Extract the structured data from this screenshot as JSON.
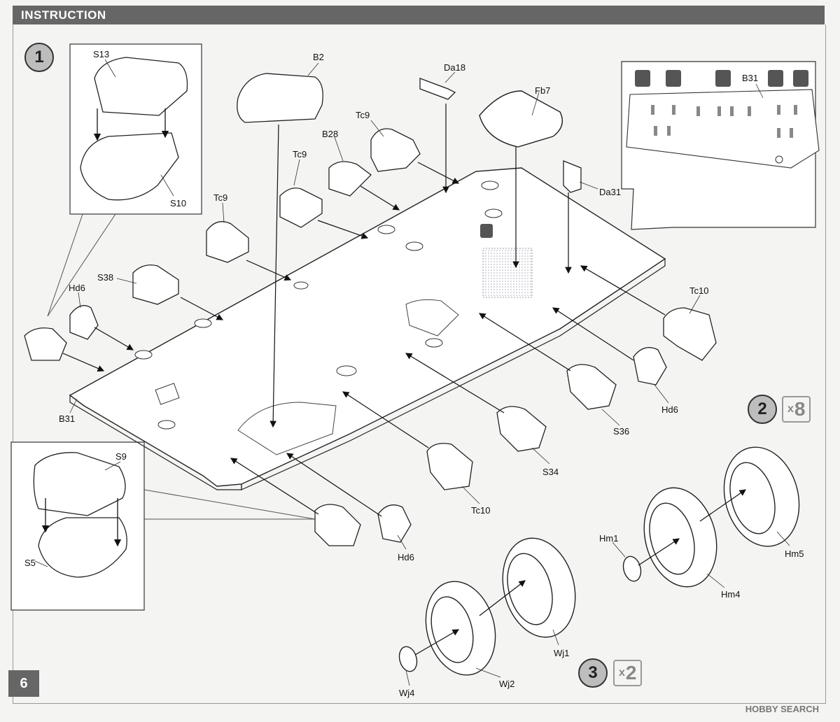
{
  "header": {
    "title": "INSTRUCTION"
  },
  "page_number": "6",
  "steps": [
    {
      "number": "1"
    },
    {
      "number": "2",
      "multiplier_prefix": "x",
      "multiplier": "8"
    },
    {
      "number": "3",
      "multiplier_prefix": "x",
      "multiplier": "2"
    }
  ],
  "parts": {
    "s13": "S13",
    "s10": "S10",
    "b2": "B2",
    "da18": "Da18",
    "fb7": "Fb7",
    "b31_detail": "B31",
    "tc9_a": "Tc9",
    "b28": "B28",
    "tc9_b": "Tc9",
    "tc9_c": "Tc9",
    "s38": "S38",
    "hd6_a": "Hd6",
    "da31": "Da31",
    "tc10_a": "Tc10",
    "b31": "B31",
    "hd6_b": "Hd6",
    "s36": "S36",
    "s34": "S34",
    "tc10_b": "Tc10",
    "s9": "S9",
    "s5": "S5",
    "hd6_c": "Hd6",
    "hm1": "Hm1",
    "hm5": "Hm5",
    "hm4": "Hm4",
    "wj1": "Wj1",
    "wj2": "Wj2",
    "wj4": "Wj4"
  },
  "watermark": "HOBBY SEARCH"
}
